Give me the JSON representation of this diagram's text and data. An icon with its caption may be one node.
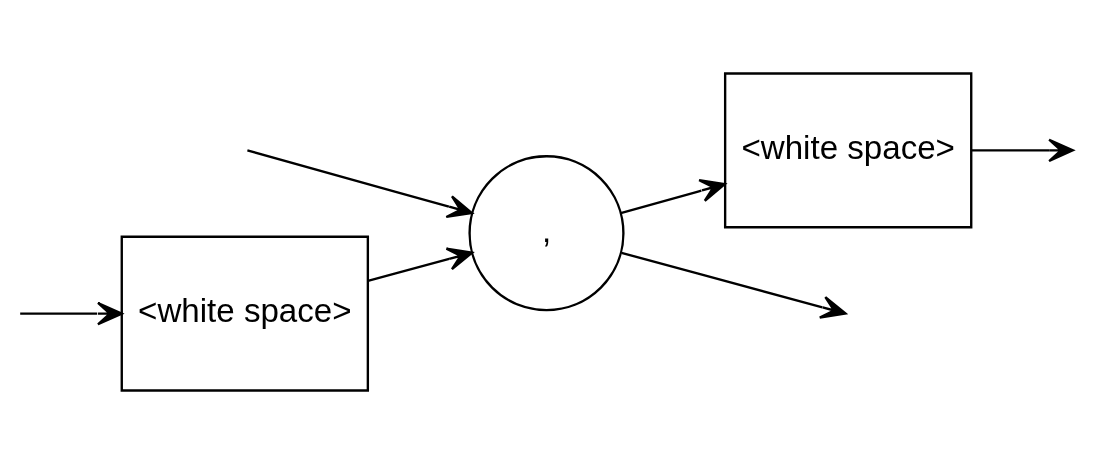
{
  "diagram": {
    "nodes": [
      {
        "text": [
          "<white space>"
        ]
      },
      {
        "text": [
          ","
        ]
      },
      {
        "text": [
          "<white space>"
        ]
      }
    ],
    "edges": [
      {
        "from": null,
        "to": 0,
        "arrow": "to"
      },
      {
        "from": 0,
        "to": 1,
        "arrow": "to"
      },
      {
        "from": null,
        "to": 1,
        "arrow": "to"
      },
      {
        "from": 1,
        "to": 2,
        "arrow": "to"
      },
      {
        "from": 2,
        "to": null,
        "arrow": "to"
      },
      {
        "from": 1,
        "to": null,
        "arrow": "to"
      }
    ]
  }
}
